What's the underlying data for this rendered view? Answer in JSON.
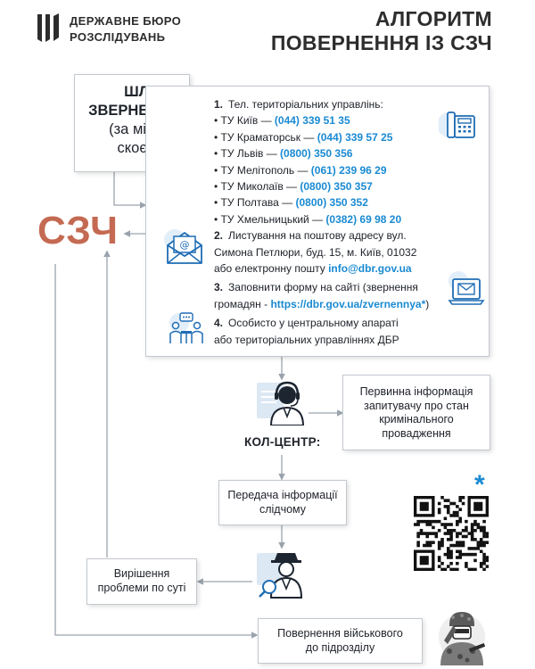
{
  "logo": {
    "line1": "ДЕРЖАВНЕ БЮРО",
    "line2": "РОЗСЛІДУВАНЬ"
  },
  "title": {
    "line1": "АЛГОРИТМ",
    "line2": "ПОВЕРНЕННЯ ІЗ СЗЧ"
  },
  "paths_box": {
    "line1": "ШЛЯХИ",
    "line2": "ЗВЕРНЕННЯ",
    "line3": "(за місцем",
    "line4": "скоєння):"
  },
  "contacts": {
    "item1_num": "1.",
    "item1_title": "Тел. територіальних управлінь:",
    "phones": [
      {
        "name": "ТУ Київ — ",
        "phone": "(044) 339 51 35"
      },
      {
        "name": "ТУ Краматорськ — ",
        "phone": "(044) 339 57 25"
      },
      {
        "name": "ТУ Львів — ",
        "phone": "(0800) 350 356"
      },
      {
        "name": "ТУ Мелітополь — ",
        "phone": "(061) 239 96 29"
      },
      {
        "name": "ТУ Миколаїв — ",
        "phone": "(0800) 350 357"
      },
      {
        "name": "ТУ Полтава — ",
        "phone": "(0800) 350 352"
      },
      {
        "name": "ТУ Хмельницький — ",
        "phone": "(0382) 69 98 20"
      }
    ],
    "bullet": "•",
    "item2_num": "2.",
    "item2_line1": "Листування на поштову адресу вул.",
    "item2_line2": "Симона Петлюри, буд. 15, м. Київ, 01032",
    "item2_line3": "або електронну пошту ",
    "item2_email": "info@dbr.gov.ua",
    "item3_num": "3.",
    "item3_line1": "Заповнити форму на сайті (звернення",
    "item3_line2a": "громадян - ",
    "item3_link": "https://dbr.gov.ua/zvernennya*",
    "item3_line2b": ")",
    "item4_num": "4.",
    "item4_line1": "Особисто у центральному апараті",
    "item4_line2": "або територіальних управліннях ДБР"
  },
  "szch_label": "СЗЧ",
  "callcenter": {
    "label": "КОЛ-ЦЕНТР:",
    "info_line1": "Первинна інформація",
    "info_line2": "запитувачу про стан",
    "info_line3": "кримінального",
    "info_line4": "провадження"
  },
  "transfer": {
    "line1": "Передача інформації",
    "line2": "слідчому"
  },
  "resolve": {
    "line1": "Вирішення",
    "line2": "проблеми по суті"
  },
  "return": {
    "line1": "Повернення військового",
    "line2": "до підрозділу"
  },
  "asterisk": "*",
  "colors": {
    "accent_blue": "#1a8ad2",
    "szch": "#c46a52",
    "icon_blue": "#1f6db5",
    "arrow": "#9aa3ad"
  },
  "icons": [
    "logo-emblem-icon",
    "phone-icon",
    "email-icon",
    "laptop-mail-icon",
    "meeting-icon",
    "call-operator-icon",
    "investigator-icon",
    "soldier-icon",
    "qr-code"
  ]
}
